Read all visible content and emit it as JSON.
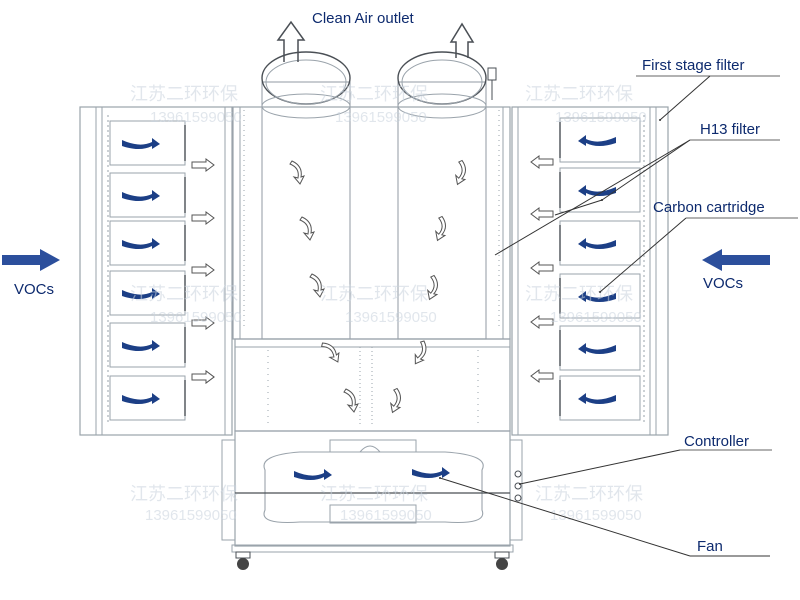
{
  "labels": {
    "clean_air_outlet": "Clean Air outlet",
    "first_stage_filter": "First stage filter",
    "h13_filter": "H13 filter",
    "carbon_cartridge": "Carbon cartridge",
    "vocs_left": "VOCs",
    "vocs_right": "VOCs",
    "controller": "Controller",
    "fan": "Fan"
  },
  "watermark": {
    "company": "江苏二环环保",
    "phone": "13961599050"
  },
  "colors": {
    "label_text": "#0d2a6e",
    "flow_arrow": "#1c3f86",
    "voc_arrow": "#2c4f9c",
    "line": "#9aa3ab",
    "watermark": "#c9d3de"
  }
}
